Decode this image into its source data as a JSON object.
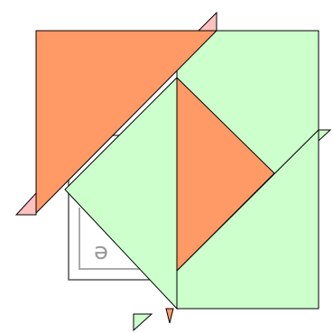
{
  "puzzle": {
    "type": "tangram",
    "tile_letter": "ə",
    "piece_count": 9
  },
  "colors": {
    "background": "#ffffff",
    "orange": "#FF9966",
    "green": "#CCFFCC",
    "pink": "#FFC0C0",
    "outline": "#000000",
    "card_border": "#555555",
    "card_inner": "#AAAAAA",
    "letter": "#999999"
  }
}
